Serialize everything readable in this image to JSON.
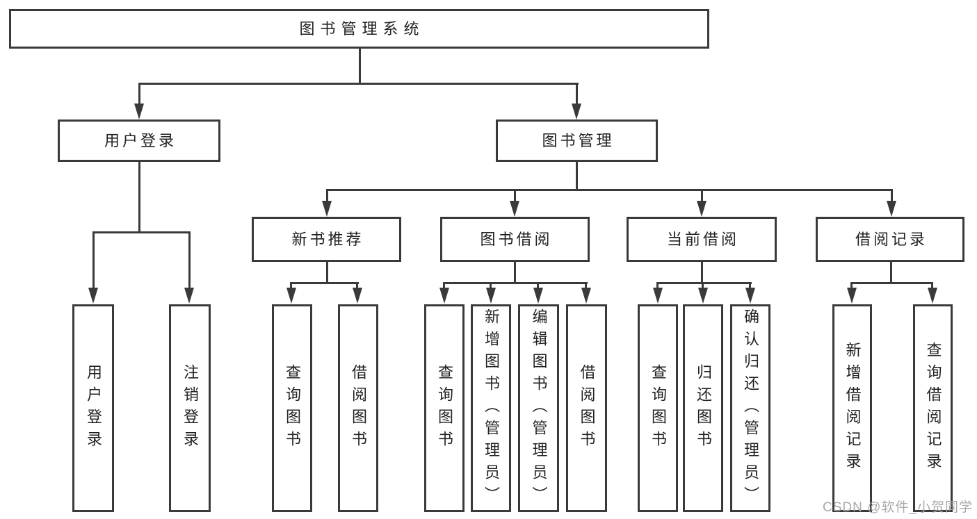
{
  "diagram": {
    "root": {
      "label": "图书管理系统"
    },
    "level2": {
      "user_login": {
        "label": "用户登录"
      },
      "book_management": {
        "label": "图书管理"
      }
    },
    "level3": {
      "new_book_recommend": {
        "label": "新书推荐"
      },
      "book_borrowing": {
        "label": "图书借阅"
      },
      "current_borrowing": {
        "label": "当前借阅"
      },
      "borrow_records": {
        "label": "借阅记录"
      }
    },
    "leaves": {
      "user_login": "用户登录",
      "logout": "注销登录",
      "rec_query_books": "查询图书",
      "rec_borrow_books": "借阅图书",
      "bb_query_books": "查询图书",
      "bb_add_books_admin": "新增图书（管理员）",
      "bb_edit_books_admin": "编辑图书（管理员）",
      "bb_borrow_books": "借阅图书",
      "cb_query_books": "查询图书",
      "cb_return_books": "归还图书",
      "cb_confirm_return_admin": "确认归还（管理员）",
      "br_add_record": "新增借阅记录",
      "br_query_record": "查询借阅记录"
    }
  },
  "watermark": {
    "text": "CSDN @软件_小贺同学"
  },
  "colors": {
    "line": "#3a3a3a",
    "text": "#222222",
    "bg": "#ffffff",
    "watermark": "#a9a9a9"
  }
}
